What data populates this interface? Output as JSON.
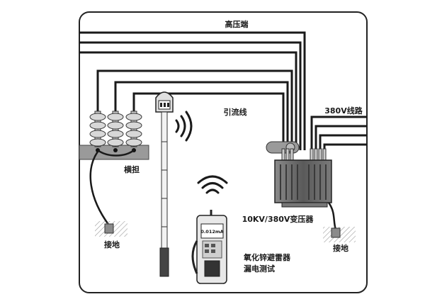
{
  "labels": {
    "high_voltage_end": "高压端",
    "lead_wire": "引流线",
    "line_380v": "380V线路",
    "crossarm": "横担",
    "ground_left": "接地",
    "ground_right": "接地",
    "transformer": "10KV/380V变压器",
    "tester_line1": "氧化锌避雷器",
    "tester_line2": "漏电测试",
    "meter_reading": "0.012mA"
  },
  "colors": {
    "frame": "#222222",
    "wire": "#1a1a1a",
    "transformer_body": "#6f6f6f",
    "crossarm": "#9a9a9a",
    "ground": "#8a8a8a",
    "tester_body": "#e8e8e8"
  }
}
